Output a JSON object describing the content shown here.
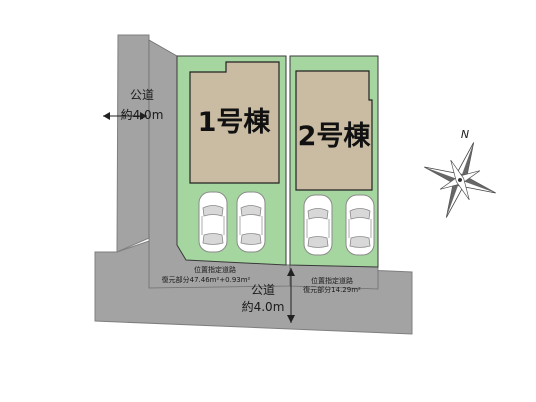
{
  "buildings": [
    {
      "label": "1号棟"
    },
    {
      "label": "2号棟"
    }
  ],
  "roads": {
    "west": {
      "line1": "公道",
      "line2": "約4.0m"
    },
    "south": {
      "line1": "公道",
      "line2": "約4.0m"
    }
  },
  "designated_roads": [
    {
      "line1": "位置指定道路",
      "line2": "復元部分47.46m²+0.93m²"
    },
    {
      "line1": "位置指定道路",
      "line2": "復元部分14.29m²"
    }
  ],
  "compass": {
    "letter": "N"
  },
  "colors": {
    "lot_green": "#a6d6a0",
    "building_beige": "#cabca3",
    "road_gray": "#a3a3a3"
  }
}
